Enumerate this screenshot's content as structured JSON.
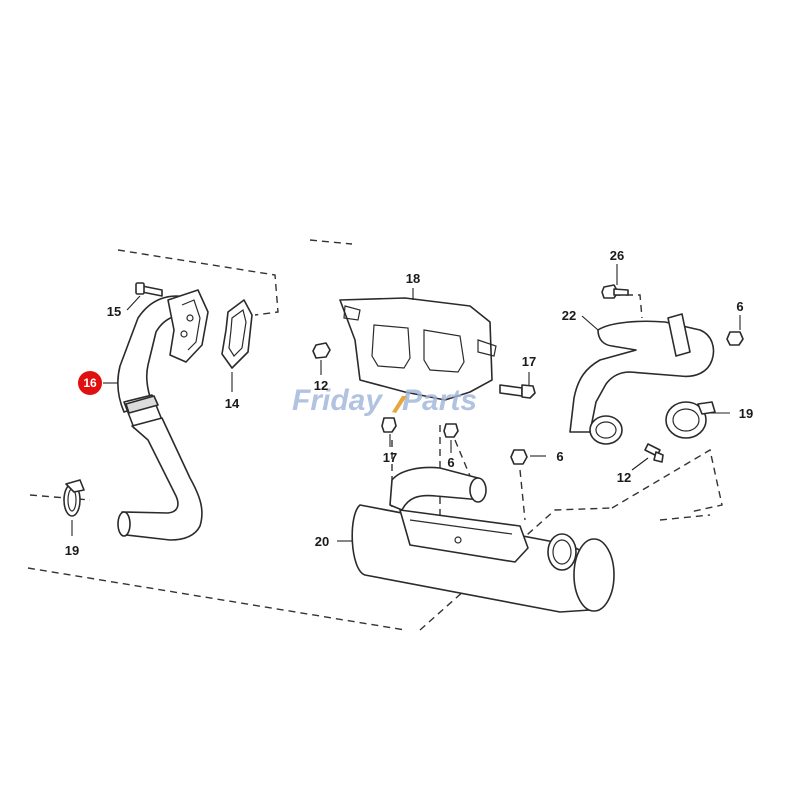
{
  "watermark": {
    "part1": "Friday",
    "part2": "Parts",
    "color1": "#9db4da",
    "color2": "#e8a640"
  },
  "highlight_color": "#e01010",
  "callouts": {
    "c16": "16",
    "c15": "15",
    "c14": "14",
    "c19_left": "19",
    "c18": "18",
    "c12_mid": "12",
    "c17_right": "17",
    "c17_bottom": "17",
    "c6_small": "6",
    "c6_mid": "6",
    "c20": "20",
    "c26": "26",
    "c6_right": "6",
    "c22": "22",
    "c19_right": "19",
    "c12_right": "12"
  }
}
